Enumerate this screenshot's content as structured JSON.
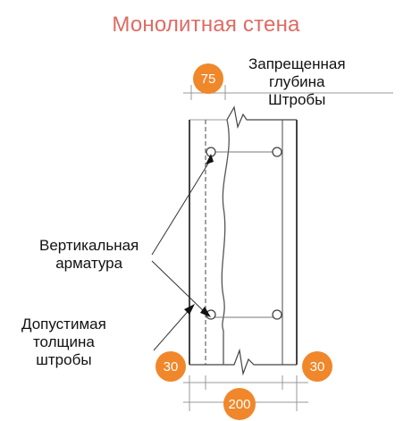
{
  "diagram": {
    "title": "Монолитная стена",
    "labels": {
      "forbidden_depth": "Запрещенная\nглубина\nШтробы",
      "vertical_rebar": "Вертикальная\nарматура",
      "allowed_chase": "Допустимая\nтолщина\nштробы"
    },
    "dimensions": {
      "depth_top": "75",
      "cover_left": "30",
      "cover_right": "30",
      "wall_thickness": "200"
    },
    "colors": {
      "title": "#e06a62",
      "dimension_badge": "#f0872a",
      "line": "#444444"
    }
  }
}
